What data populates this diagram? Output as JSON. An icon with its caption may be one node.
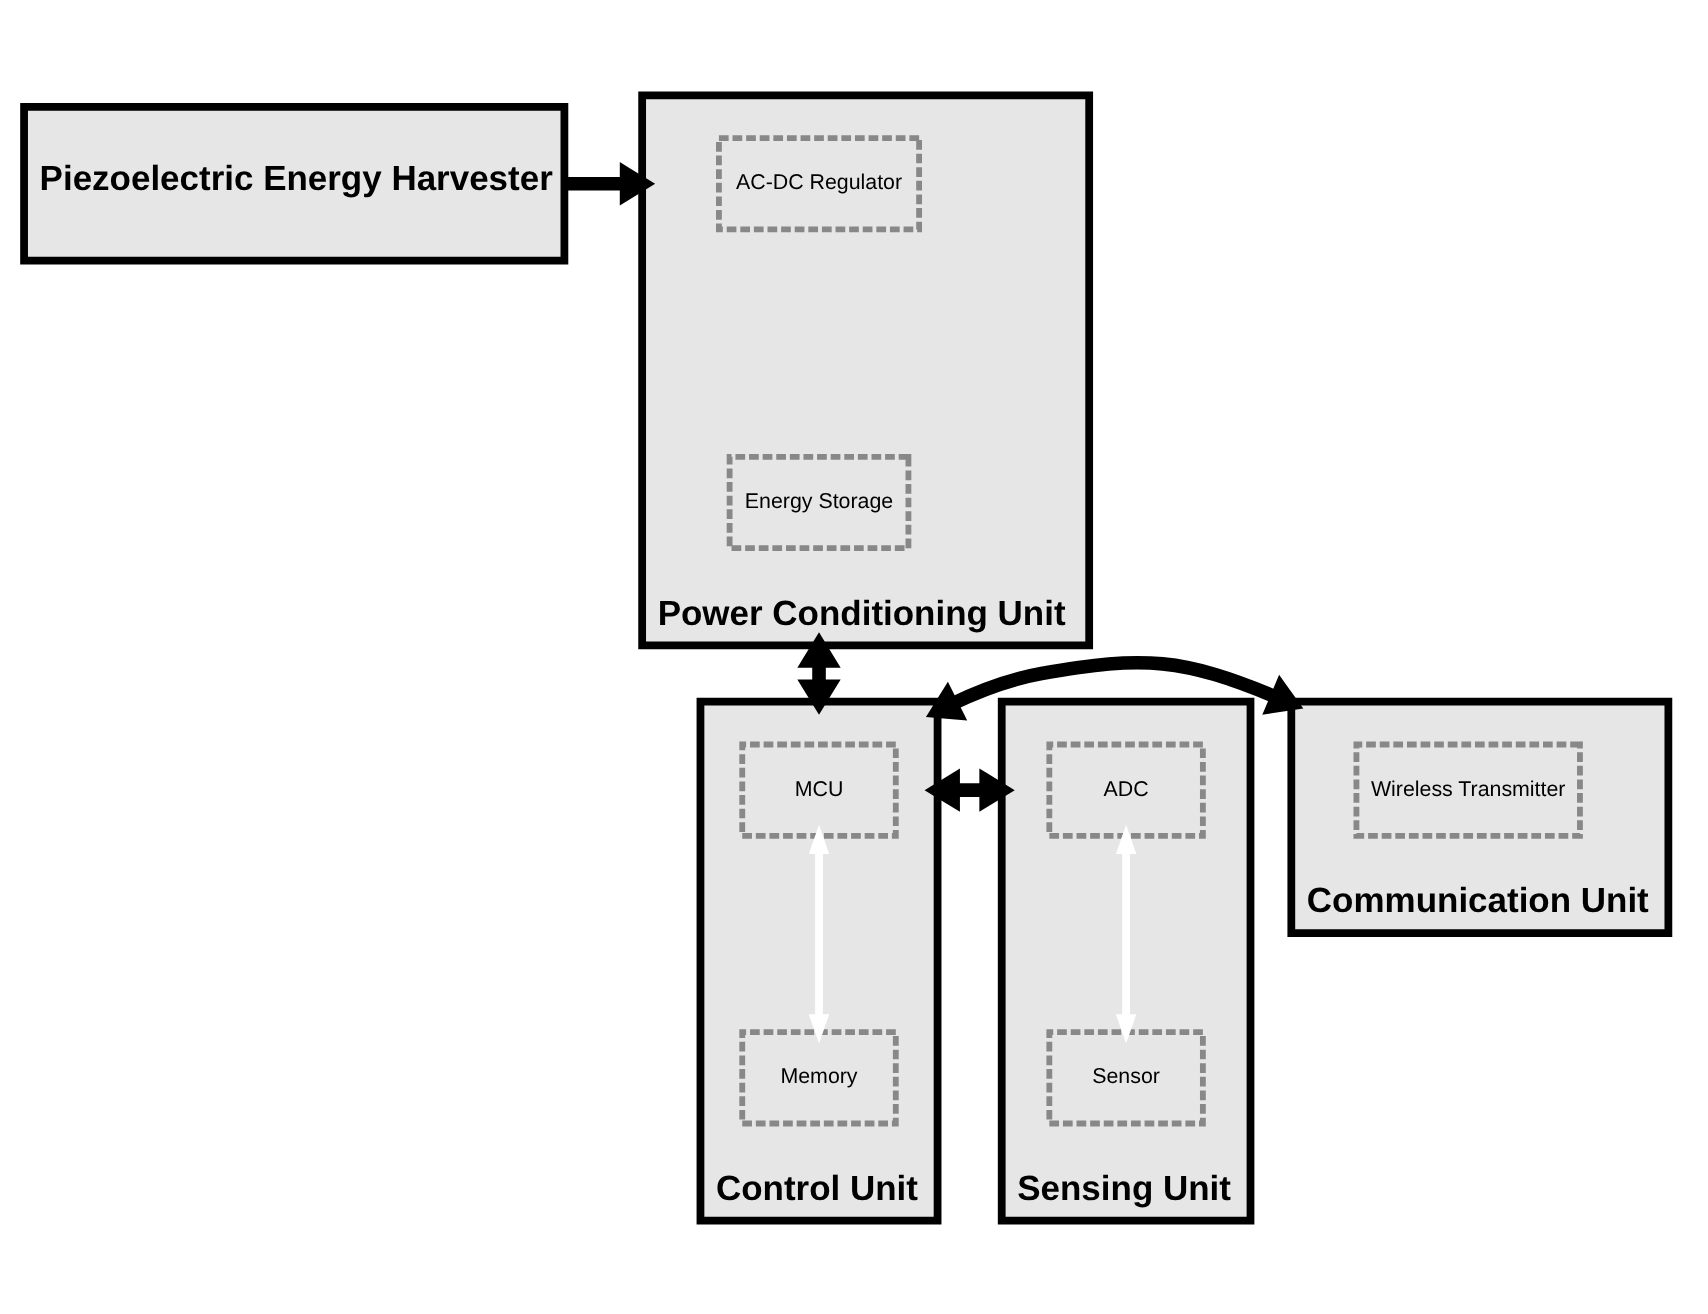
{
  "diagram": {
    "nodes": [
      {
        "text": [
          "Piezoelectric Energy Harvester"
        ]
      },
      {
        "text": [
          "Power Conditioning Unit"
        ]
      },
      {
        "text": [
          "AC-DC Regulator"
        ],
        "in": 1
      },
      {
        "text": [
          "Energy Storage"
        ],
        "in": 1
      },
      {
        "text": [
          "Sensing Unit"
        ]
      },
      {
        "text": [
          "ADC"
        ],
        "in": 4
      },
      {
        "text": [
          "Sensor"
        ],
        "in": 4
      },
      {
        "text": [
          "Control Unit"
        ]
      },
      {
        "text": [
          "MCU"
        ],
        "in": 7
      },
      {
        "text": [
          "Memory"
        ],
        "in": 7
      },
      {
        "text": [
          "Communication Unit"
        ]
      },
      {
        "text": [
          "Wireless Transmitter"
        ],
        "in": 10
      }
    ],
    "edges": [
      {
        "from": 0,
        "to": 1,
        "arrow": "to"
      },
      {
        "from": 1,
        "to": 7,
        "arrow": "both"
      },
      {
        "from": 5,
        "to": 6,
        "arrow": "both",
        "color": "#ffffff"
      },
      {
        "from": 4,
        "to": 7,
        "arrow": "both"
      },
      {
        "from": 8,
        "to": 9,
        "arrow": "both",
        "color": "#ffffff"
      },
      {
        "from": 7,
        "to": 10,
        "arrow": "both"
      }
    ]
  }
}
